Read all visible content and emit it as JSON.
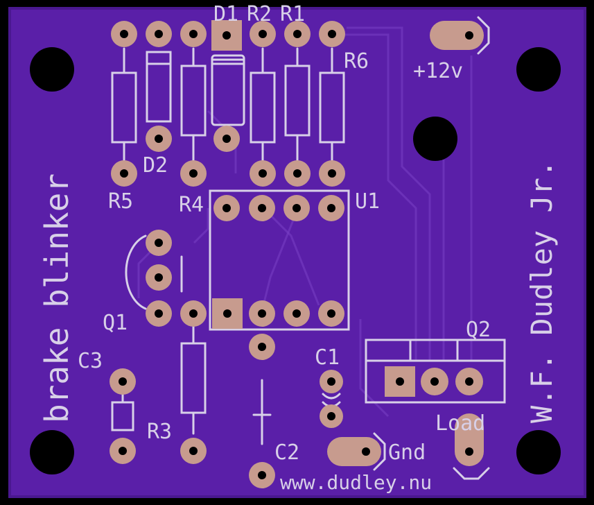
{
  "board": {
    "colors": {
      "background": "#000000",
      "board": "#5a1fa8",
      "board_edge": "#4a1890",
      "silkscreen": "#d8d0e8",
      "pad": "#c79b8e",
      "trace": "#7a3fc4"
    }
  },
  "labels": {
    "d1": "D1",
    "r2": "R2",
    "r1": "R1",
    "r6": "R6",
    "r5": "R5",
    "d2": "D2",
    "r4": "R4",
    "u1": "U1",
    "q1": "Q1",
    "c3": "C3",
    "r3": "R3",
    "c1": "C1",
    "c2": "C2",
    "q2": "Q2",
    "plus12v": "+12v",
    "gnd": "Gnd",
    "load": "Load",
    "title": "brake blinker",
    "author": "W.F. Dudley Jr.",
    "website": "www.dudley.nu"
  }
}
